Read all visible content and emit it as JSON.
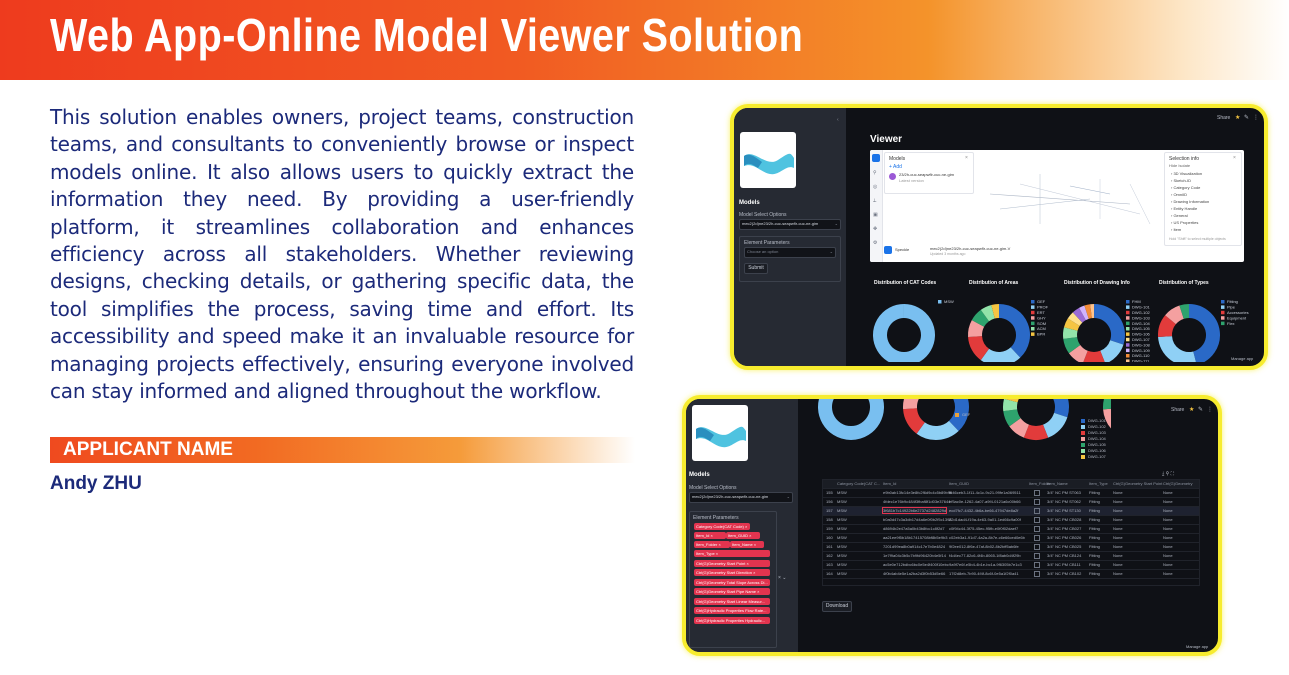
{
  "header": {
    "title": "Web App-Online Model Viewer Solution"
  },
  "description": "This solution enables owners, project teams, construction teams, and consultants to conveniently browse or inspect models online. It also allows users to quickly extract the information they need. By providing a user-friendly platform, it streamlines collaboration and enhances efficiency across all stakeholders. Whether reviewing designs, checking details, or gathering specific data, the tool simplifies the process, saving time and effort. Its accessibility and speed make it an invaluable resource for managing projects effectively, ensuring everyone involved can stay informed and aligned throughout the workflow.",
  "applicant": {
    "label": "APPLICANT NAME",
    "name": "Andy ZHU"
  },
  "colors": {
    "accent": "#f15a22",
    "text": "#1c2a7a",
    "frame": "#f7ec2e",
    "app_bg": "#0f1116",
    "sidebar_bg": "#262a33",
    "tag": "#e2344f"
  },
  "shot1": {
    "top_right": "Share",
    "sidebar": {
      "section": "Models",
      "select_label": "Model Select Options",
      "select_value": "mec2(2d)ne23/2h-cuc-seapwflr-cuc-ne-gim",
      "params_label": "Element Parameters",
      "params_placeholder": "Choose an option",
      "submit": "Submit"
    },
    "viewer": {
      "title": "Viewer",
      "models_panel": "Models",
      "add": "+ Add",
      "model_name": "23/2h-cuc-seapwflr-cuc-ne-gim",
      "model_sub": "Latest version",
      "specklr": "Speckle",
      "bottom_model": "mec2(2d)ne23/2h-cuc-seapwflr-cuc-ne-gim-V",
      "bottom_sub": "Updated 3 months ago",
      "selection_title": "Selection info",
      "selection_toolbar": "Hide  Isolate",
      "selection_items": [
        "3D Visualization",
        "Sketch-ID",
        "Category Code",
        "OmniID",
        "Drawing Information",
        "Entity Handle",
        "General",
        "US Properties",
        "Item"
      ],
      "selection_hint": "Hold \"Shift\" to select multiple objects"
    },
    "chart_titles": [
      "Distribution of CAT Codes",
      "Distribution of Areas",
      "Distribution of Drawing Info",
      "Distribution of Types"
    ],
    "charts": [
      {
        "legend": [
          "MSW"
        ],
        "colors": [
          "#79bff0"
        ],
        "values": [
          100
        ]
      },
      {
        "legend": [
          "GEF",
          "PROF",
          "ERT",
          "GHY",
          "SOM",
          "ACM",
          "BPR"
        ],
        "colors": [
          "#2a69c7",
          "#8fd0f5",
          "#e23b3b",
          "#f4a0a0",
          "#2ea36d",
          "#92e3a9",
          "#f5c542"
        ],
        "values": [
          38,
          22,
          14,
          9,
          7,
          6,
          4
        ]
      },
      {
        "legend": [
          "FHM",
          "DWG-101",
          "DWG-102",
          "DWG-103",
          "DWG-104",
          "DWG-105",
          "DWG-106",
          "DWG-107",
          "DWG-108",
          "DWG-109",
          "DWG-110",
          "DWG-111"
        ],
        "colors": [
          "#2a69c7",
          "#8fd0f5",
          "#e23b3b",
          "#f4a0a0",
          "#2ea36d",
          "#92e3a9",
          "#f5c542",
          "#ffe08a",
          "#9a6bd6",
          "#d0b3ff",
          "#f28c38",
          "#ffc38a"
        ],
        "values": [
          30,
          14,
          12,
          9,
          8,
          6,
          5,
          4,
          4,
          3,
          3,
          2
        ]
      },
      {
        "legend": [
          "Fitting",
          "Pipe",
          "Accessories",
          "Equipment",
          "Flex"
        ],
        "colors": [
          "#2a69c7",
          "#8fd0f5",
          "#e23b3b",
          "#f4a0a0",
          "#2ea36d"
        ],
        "values": [
          46,
          28,
          12,
          9,
          5
        ]
      }
    ],
    "bottom_right": "Manage app"
  },
  "shot2": {
    "top_right": "Share",
    "sidebar": {
      "section": "Models",
      "select_label": "Model Select Options",
      "select_value": "mec2(2d)ne23/2h-cuc-seapwflr-cuc-ne-gim",
      "params_label": "Element Parameters",
      "tags": [
        "Category Code(CAT Code) ×",
        "Item_Id ×",
        "Item_GUID ×",
        "Item_Folder ×",
        "Item_Name ×",
        "Item_Type ×",
        "Ctrl(G)Geometry Start Point ×",
        "Ctrl(G)Geometry Start Direction ×",
        "Ctrl(G)Geometry Total Slope Across Di...",
        "Ctrl(G)Geometry Start Pipe Name ×",
        "Ctrl(G)Geometry Start Linear Measur...",
        "Ctrl(G)Hydraulic Properties Flow Rate...",
        "Ctrl(G)Hydraulic Properties Hydraulic..."
      ]
    },
    "partial_legend": [
      "GEF"
    ],
    "right_legend": [
      "DWG-101",
      "DWG-102",
      "DWG-103",
      "DWG-104",
      "DWG-105",
      "DWG-106",
      "DWG-107"
    ],
    "table": {
      "columns": [
        "",
        "Category Code(CAT C...",
        "Item_Id",
        "Item_GUID",
        "Item_Folder",
        "Item_Name",
        "Item_Type",
        "Ctrl(G)Geometry Start Point",
        "Ctrl(G)Geometry"
      ],
      "rows": [
        [
          "155",
          "MSW",
          "e9b0ab13fc14e3e8fc2f6d9c4c5b89b96",
          "fb46ceb3-1f11-4c1c-9c21-99fe1a069511",
          "",
          "3/4\" NC PM ST063",
          "Fitting",
          "None",
          "None"
        ],
        [
          "156",
          "MSW",
          "4fdec1e76b9c484f3fbaf8f1d03e37644",
          "ef5ac0e-1262-4a07-a9f4-0121a6c00b66",
          "",
          "3/4\" NC PM ST062",
          "Fitting",
          "None",
          "None"
        ],
        [
          "157",
          "MSW",
          "3f681b7c14922b6e2737d2482829d",
          "ecd7fc7-4432-4b6a-be66-47947de8a2f",
          "",
          "3/4\" NC PM ST130",
          "Fitting",
          "None",
          "None"
        ],
        [
          "158",
          "MSW",
          "b0a0d47c3a3db17d4a6e0f0b2f5c1398",
          "22d1dad4-f19a-4e63-9a01-1ed66c9a00f",
          "",
          "3/4\" NC PM CB028",
          "Fitting",
          "None",
          "None"
        ],
        [
          "159",
          "MSW",
          "d8694b2e47a5a0b43b8fcc1c8f2d7",
          "c0f94c44-3f75-45ec-95fb-e0f0f02daef7",
          "",
          "3/4\" NC PM CB027",
          "Fitting",
          "None",
          "None"
        ],
        [
          "160",
          "MSW",
          "aa21ee9f5b18b17415708bf8b5e9b3",
          "c02eb3a1-91d7-4a2a-8b7e-c6e66ced0e6b",
          "",
          "3/4\" NC PM CB026",
          "Fitting",
          "None",
          "None"
        ],
        [
          "161",
          "MSW",
          "7201d99ea8b0a914c17e7b0e4824",
          "9f2ee012-8f6e-47af-8b02-8b2bff5ab6fe",
          "",
          "3/4\" NC PM CB025",
          "Fitting",
          "None",
          "None"
        ],
        [
          "162",
          "MSW",
          "1e7f9a04c3b5c7b9fd96420b4e5f14",
          "f4d4ec77-82c6-4f4b-8065-1f8ab0d4f29b",
          "",
          "3/4\" NC PM CB124",
          "Fitting",
          "None",
          "None"
        ],
        [
          "163",
          "MSW",
          "ac5e0e712bdbc6bc0e5e4f400f10ebc",
          "9a9f7e6f-e5b4-4b1e-bc1a-9f6305b7e1c3",
          "",
          "3/4\" NC PM CB111",
          "Fitting",
          "None",
          "None"
        ],
        [
          "164",
          "MSW",
          "4f0b4ab4e5e1a2ba2d3f0b53d5e66",
          "17f2d8eb-7b90-4f4f-8c6f-0e5a1f2f0a41",
          "",
          "3/4\" NC PM CB102",
          "Fitting",
          "None",
          "None"
        ]
      ]
    },
    "download": "Download",
    "bottom_right": "Manage app"
  }
}
